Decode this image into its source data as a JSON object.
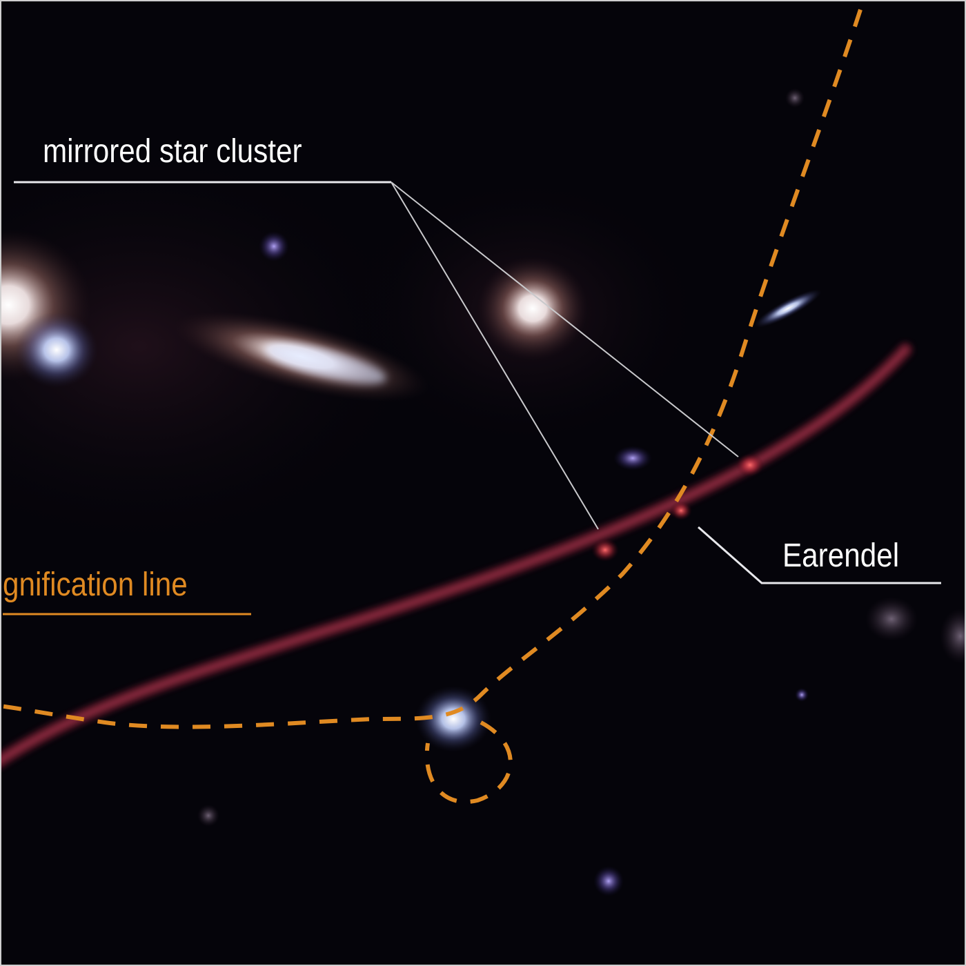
{
  "labels": {
    "cluster": "mirrored star cluster",
    "earendel": "Earendel",
    "magnification": "gnification line"
  },
  "colors": {
    "background": "#05040a",
    "annotation_white": "#ffffff",
    "magnification_orange": "#e08a22",
    "pointer_gray": "#c9c9cc",
    "lensed_arc_red": "#b0304a"
  }
}
